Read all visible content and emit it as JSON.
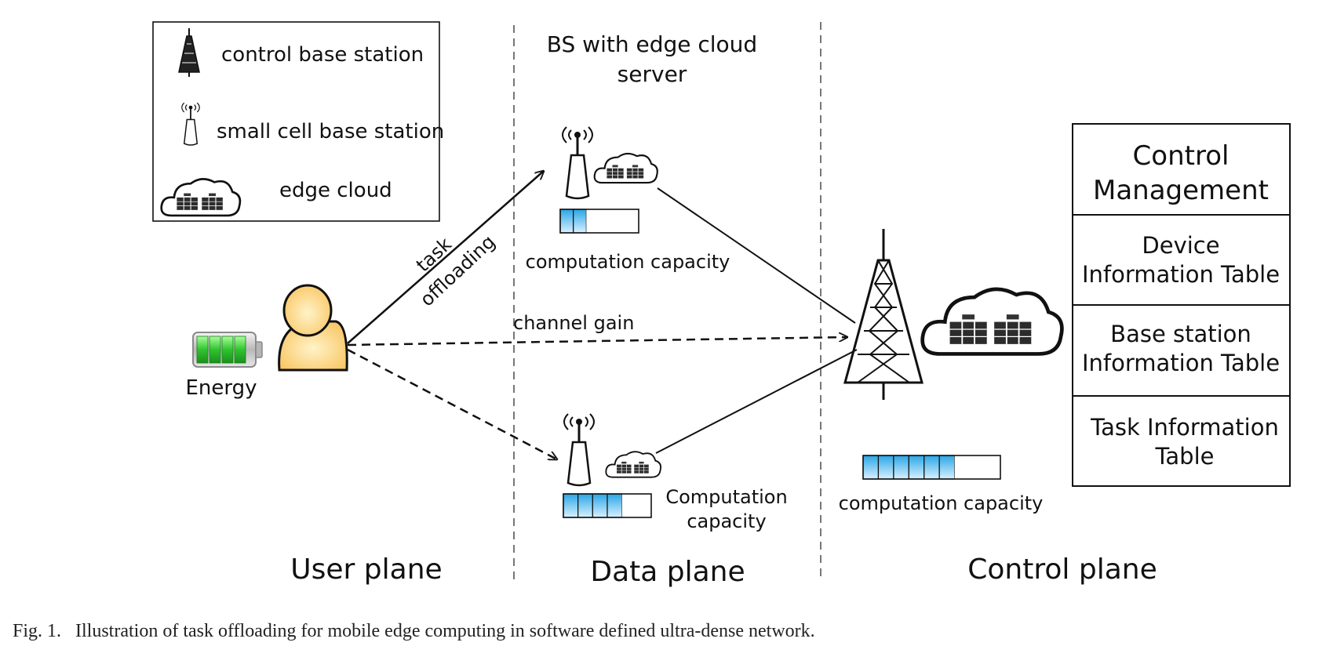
{
  "legend": {
    "control_bs": "control base station",
    "small_cell_bs": "small cell base station",
    "edge_cloud": "edge cloud"
  },
  "user_plane": {
    "energy": "Energy",
    "task_offloading_line1": "task",
    "task_offloading_line2": "offloading",
    "channel_gain": "channel gain",
    "plane_label": "User plane",
    "battery_level": 4,
    "battery_segments": 4
  },
  "data_plane": {
    "title_line1": "BS with edge cloud",
    "title_line2": "server",
    "top_capacity_label": "computation capacity",
    "top_capacity_filled": 2,
    "top_capacity_segments": 6,
    "bottom_capacity_line1": "Computation",
    "bottom_capacity_line2": "capacity",
    "bottom_capacity_filled": 4,
    "bottom_capacity_segments": 6,
    "plane_label": "Data plane"
  },
  "control_plane": {
    "capacity_label": "computation capacity",
    "capacity_filled": 6,
    "capacity_segments": 9,
    "plane_label": "Control plane",
    "table": {
      "control_line1": "Control",
      "control_line2": "Management",
      "device_line1": "Device",
      "device_line2": "Information Table",
      "bs_line1": "Base station",
      "bs_line2": "Information Table",
      "task_line1": "Task Information",
      "task_line2": "Table"
    }
  },
  "caption": "Fig. 1.   Illustration of task offloading for mobile edge computing in software defined ultra-dense network.",
  "colors": {
    "battery_green": "#3fcf3f",
    "capacity_blue": "#5fc0ee",
    "person_fill": "#ffd98a"
  }
}
